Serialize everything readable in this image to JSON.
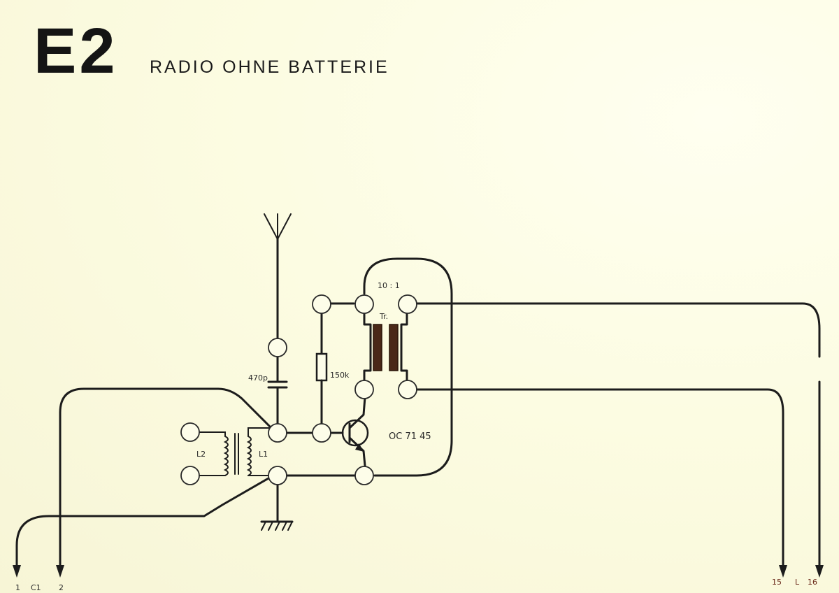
{
  "title": {
    "code": "E2",
    "subtitle": "RADIO OHNE BATTERIE"
  },
  "components": {
    "capacitor": "470p",
    "resistor": "150k",
    "transformer_label": "Tr.",
    "transformer_ratio": "10 : 1",
    "transistor": "OC 71 45",
    "coil_l2": "L2",
    "coil_l1": "L1"
  },
  "terminals": {
    "left": {
      "t1": "1",
      "mid": "C1",
      "t2": "2"
    },
    "right": {
      "t15": "15",
      "mid": "L",
      "t16": "16"
    }
  },
  "colors": {
    "ink": "#1c1c1c",
    "paper": "#fbfbe6",
    "core": "#4a2818",
    "terminal_label": "#6b2a1a"
  }
}
